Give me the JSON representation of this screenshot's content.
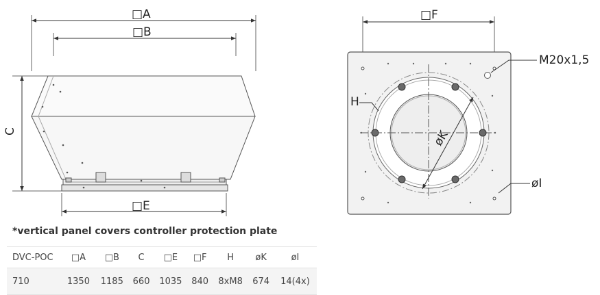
{
  "labels": {
    "dim_a": "□A",
    "dim_b": "□B",
    "dim_c": "C",
    "dim_e": "□E",
    "dim_f": "□F",
    "dim_h": "H",
    "dim_k": "øK",
    "dim_i": "øI",
    "bolt": "M20x1,5"
  },
  "note": "*vertical panel covers controller protection plate",
  "table": {
    "headers": [
      "DVC-POC",
      "□A",
      "□B",
      "C",
      "□E",
      "□F",
      "H",
      "øK",
      "øI"
    ],
    "rows": [
      [
        "710",
        "1350",
        "1185",
        "660",
        "1035",
        "840",
        "8xM8",
        "674",
        "14(4x)"
      ]
    ]
  }
}
